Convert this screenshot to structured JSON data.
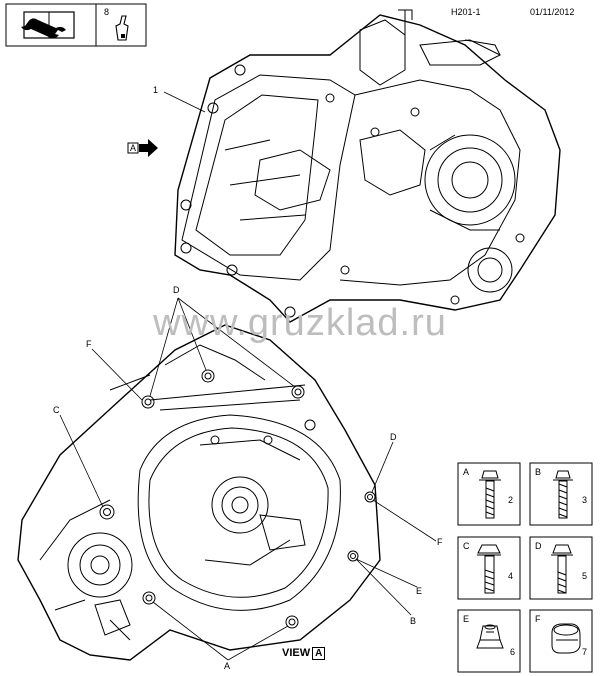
{
  "header": {
    "sheet_id": "H201-1",
    "date": "01/11/2012",
    "icon_box_count": "8"
  },
  "watermark": "www.gruzklad.ru",
  "top_view": {
    "part_number": "1",
    "view_marker": "A"
  },
  "bottom_view": {
    "callouts": [
      "A",
      "B",
      "C",
      "D",
      "E",
      "F"
    ],
    "view_caption": "VIEW",
    "view_letter": "A"
  },
  "parts_legend": [
    {
      "letter": "A",
      "number": "2",
      "icon": "flange-bolt-icon"
    },
    {
      "letter": "B",
      "number": "3",
      "icon": "bolt-icon"
    },
    {
      "letter": "C",
      "number": "4",
      "icon": "flange-bolt-icon"
    },
    {
      "letter": "D",
      "number": "5",
      "icon": "bolt-icon"
    },
    {
      "letter": "E",
      "number": "6",
      "icon": "flange-nut-icon"
    },
    {
      "letter": "F",
      "number": "7",
      "icon": "dowel-sleeve-icon"
    }
  ]
}
